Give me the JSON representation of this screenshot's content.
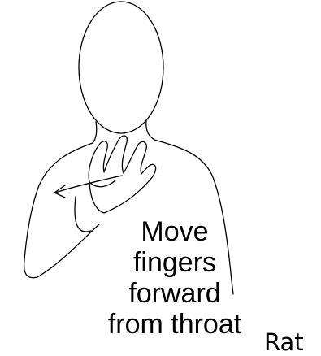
{
  "instruction": {
    "lines": [
      "Move",
      "fingers",
      "forward",
      "from throat"
    ]
  },
  "word_label": "Rat",
  "colors": {
    "ink": "#000000",
    "background": "#ffffff"
  }
}
